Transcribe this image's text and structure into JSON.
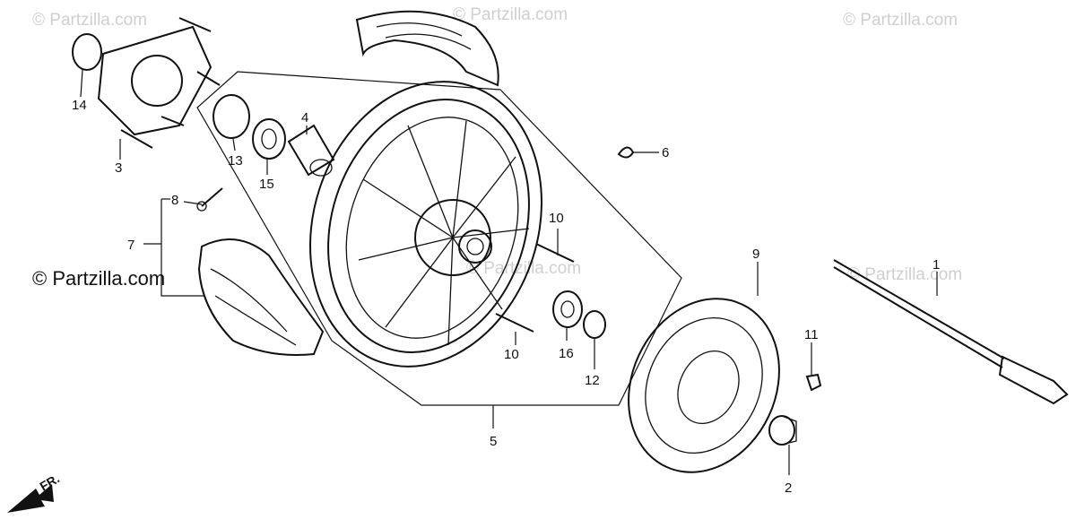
{
  "watermarks": [
    "© Partzilla.com",
    "© Partzilla.com",
    "© Partzilla.com",
    "© Partzilla.com",
    "© Partzilla.com"
  ],
  "credit": "© Partzilla.com",
  "direction_label": "FR.",
  "callouts": [
    "1",
    "2",
    "3",
    "4",
    "5",
    "6",
    "7",
    "8",
    "9",
    "10",
    "10",
    "11",
    "12",
    "13",
    "14",
    "15",
    "16"
  ],
  "colors": {
    "ink": "#111111",
    "watermark": "#cfcfcf",
    "background": "#ffffff"
  }
}
